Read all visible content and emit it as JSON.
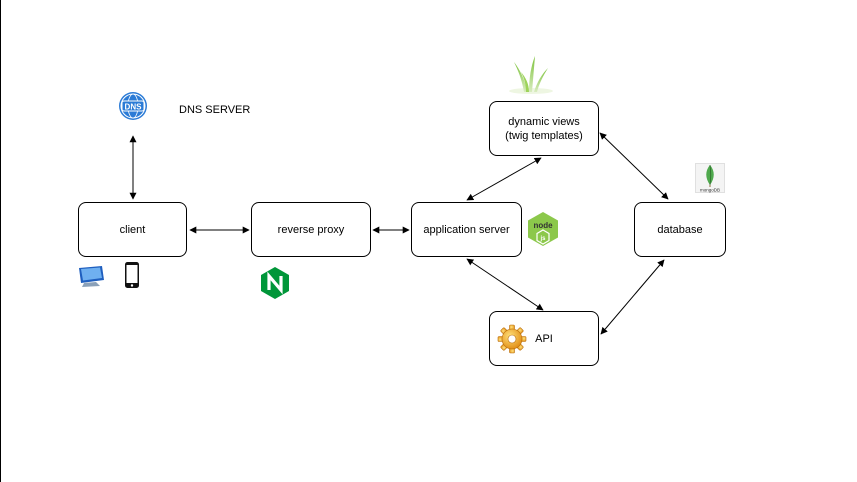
{
  "diagram": {
    "nodes": {
      "client": "client",
      "reverse_proxy": "reverse proxy",
      "application_server": "application server",
      "dynamic_views_line1": "dynamic views",
      "dynamic_views_line2": "(twig templates)",
      "database": "database",
      "api": "API"
    },
    "dns_label": "DNS SERVER",
    "icon_text": {
      "dns": "DNS",
      "node_brand": "node",
      "node_js": "js",
      "mongo": "mongoDB"
    },
    "icons": [
      "dns-server-icon",
      "desktop-monitor-icon",
      "smartphone-icon",
      "nginx-logo-icon",
      "grass-icon",
      "nodejs-logo-icon",
      "mongodb-logo-icon",
      "gear-icon"
    ],
    "edges": [
      {
        "from": "dns-server",
        "to": "client",
        "arrows": "both"
      },
      {
        "from": "client",
        "to": "reverse-proxy",
        "arrows": "both"
      },
      {
        "from": "reverse-proxy",
        "to": "application-server",
        "arrows": "both"
      },
      {
        "from": "application-server",
        "to": "dynamic-views",
        "arrows": "both"
      },
      {
        "from": "application-server",
        "to": "api",
        "arrows": "both"
      },
      {
        "from": "dynamic-views",
        "to": "database",
        "arrows": "both"
      },
      {
        "from": "api",
        "to": "database",
        "arrows": "both"
      }
    ],
    "colors": {
      "stroke": "#000000",
      "nginx_green": "#009639",
      "node_green": "#8cc84b",
      "mongo_green": "#4fa94d",
      "dns_blue": "#2b7bd6",
      "gear_orange": "#f0a31a"
    }
  }
}
